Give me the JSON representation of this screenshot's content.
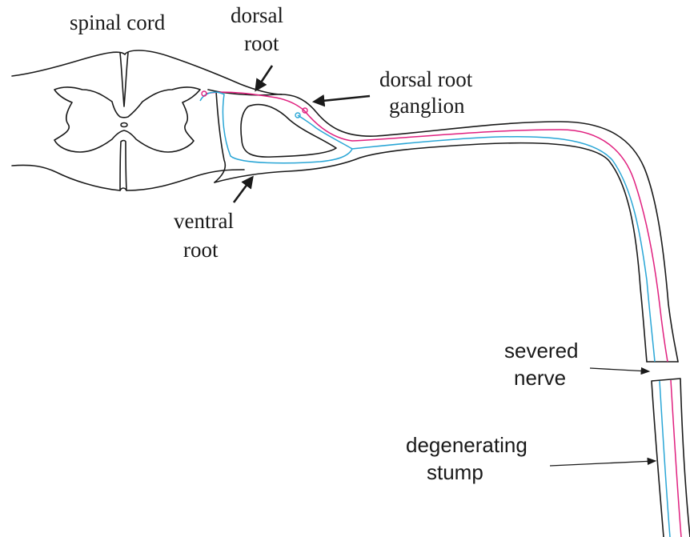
{
  "labels": {
    "spinal_cord": "spinal cord",
    "dorsal_root_line1": "dorsal",
    "dorsal_root_line2": "root",
    "drg_line1": "dorsal root",
    "drg_line2": "ganglion",
    "ventral_root_line1": "ventral",
    "ventral_root_line2": "root",
    "severed_line1": "severed",
    "severed_line2": "nerve",
    "degenerating_line1": "degenerating",
    "degenerating_line2": "stump"
  },
  "colors": {
    "outline": "#1a1a1a",
    "sensory_axon": "#e0207f",
    "motor_axon": "#2aa6d6"
  }
}
